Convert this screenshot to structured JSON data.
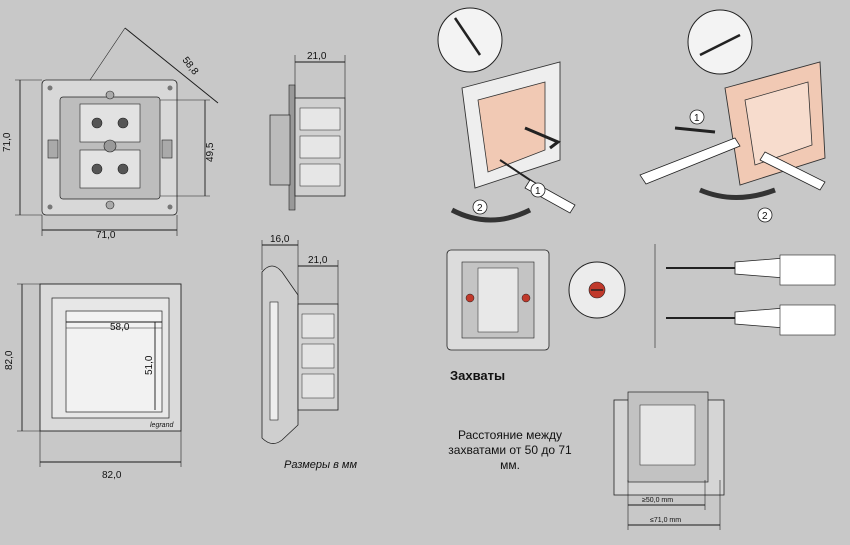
{
  "dimensions": {
    "top_left": {
      "diagonal": "58,8",
      "height": "71,0",
      "inner_height": "49,5",
      "width": "71,0"
    },
    "side_top": {
      "depth": "21,0"
    },
    "bottom_left": {
      "inner_width": "58,0",
      "inner_height": "51,0",
      "height": "82,0",
      "width": "82,0"
    },
    "side_bottom": {
      "total": "16,0",
      "depth": "21,0"
    },
    "mount": {
      "min": "≥50,0 mm",
      "max": "≤71,0 mm"
    }
  },
  "brand": "legrand",
  "steps": {
    "one": "1",
    "two": "2"
  },
  "captions": {
    "units": "Размеры в мм",
    "grips_title": "Захваты",
    "grips_note": "Расстояние между захватами от 50 до 71 мм."
  },
  "colors": {
    "background": "#c8c8c8",
    "frame_fill": "#f1c9b4",
    "accent_red": "#c0392b"
  }
}
